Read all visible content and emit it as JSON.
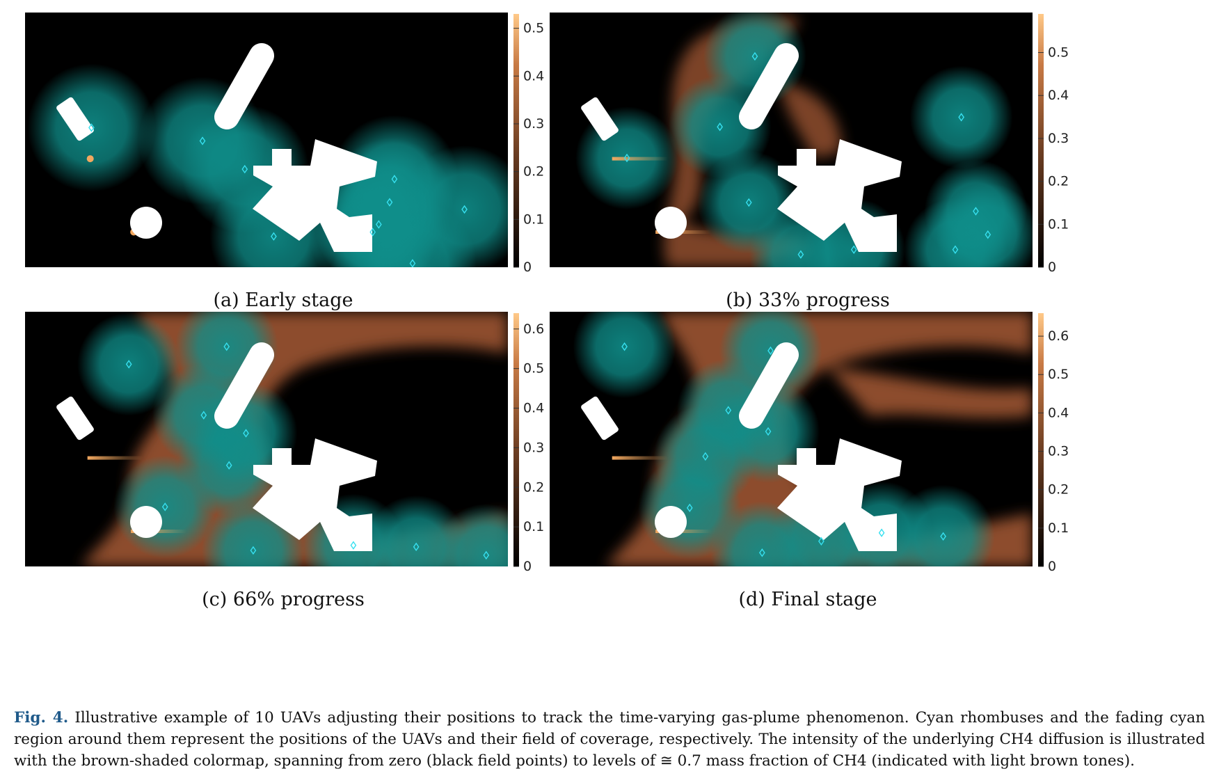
{
  "panels": [
    {
      "id": "a",
      "caption": "(a) Early stage",
      "colorbar": {
        "ticks": [
          "0",
          "0.1",
          "0.2",
          "0.3",
          "0.4",
          "0.5"
        ],
        "max": 0.53
      },
      "uavs": [
        [
          20.6,
          12.1
        ],
        [
          18.2,
          38.5
        ],
        [
          5.5,
          54.8
        ],
        [
          14.7,
          49.6
        ],
        [
          28.8,
          13.8
        ],
        [
          29.3,
          16.8
        ],
        [
          30.2,
          25.5
        ],
        [
          30.6,
          34.6
        ],
        [
          32.1,
          1.5
        ],
        [
          36.4,
          22.7
        ]
      ],
      "coverage": "full",
      "plume": "none",
      "sources": [
        [
          5.4,
          42.6
        ],
        [
          9.0,
          13.8
        ]
      ]
    },
    {
      "id": "b",
      "caption": "(b) 33% progress",
      "colorbar": {
        "ticks": [
          "0",
          "0.1",
          "0.2",
          "0.3",
          "0.4",
          "0.5"
        ],
        "max": 0.59
      },
      "uavs": [
        [
          17.0,
          82.8
        ],
        [
          16.5,
          25.4
        ],
        [
          14.1,
          55.1
        ],
        [
          6.4,
          42.9
        ],
        [
          20.8,
          5.0
        ],
        [
          25.2,
          6.9
        ],
        [
          33.6,
          6.9
        ],
        [
          36.3,
          12.8
        ],
        [
          35.3,
          22.0
        ],
        [
          34.1,
          58.9
        ]
      ],
      "coverage": "partial",
      "plume": "early",
      "sources": [
        [
          5.4,
          42.6
        ],
        [
          9.0,
          13.8
        ]
      ]
    },
    {
      "id": "c",
      "caption": "(c) 66% progress",
      "colorbar": {
        "ticks": [
          "0",
          "0.1",
          "0.2",
          "0.3",
          "0.4",
          "0.5",
          "0.6"
        ],
        "max": 0.64
      },
      "uavs": [
        [
          18.3,
          52.3
        ],
        [
          16.7,
          86.3
        ],
        [
          16.9,
          39.7
        ],
        [
          14.8,
          59.4
        ],
        [
          8.6,
          79.4
        ],
        [
          11.6,
          23.4
        ],
        [
          18.9,
          6.3
        ],
        [
          27.2,
          8.3
        ],
        [
          32.4,
          7.7
        ],
        [
          38.2,
          4.4
        ]
      ],
      "coverage": "corridor",
      "plume": "mid",
      "sources": [
        [
          5.4,
          42.6
        ],
        [
          9.0,
          13.8
        ]
      ]
    },
    {
      "id": "d",
      "caption": "(d) Final stage",
      "colorbar": {
        "ticks": [
          "0",
          "0.1",
          "0.2",
          "0.3",
          "0.4",
          "0.5",
          "0.6"
        ],
        "max": 0.66
      },
      "uavs": [
        [
          18.3,
          84.7
        ],
        [
          18.1,
          53.0
        ],
        [
          14.8,
          61.3
        ],
        [
          6.2,
          86.3
        ],
        [
          12.9,
          43.2
        ],
        [
          11.6,
          23.0
        ],
        [
          17.6,
          5.4
        ],
        [
          22.5,
          9.9
        ],
        [
          27.5,
          13.2
        ],
        [
          32.6,
          11.8
        ]
      ],
      "coverage": "corridor",
      "plume": "late",
      "sources": [
        [
          5.4,
          42.6
        ],
        [
          9.0,
          13.8
        ]
      ]
    }
  ],
  "figure_caption": {
    "label": "Fig. 4.",
    "text": "Illustrative example of 10 UAVs adjusting their positions to track the time-varying gas-plume phenomenon. Cyan rhombuses and the fading cyan region around them represent the positions of the UAVs and their field of coverage, respectively. The intensity of the underlying CH4 diffusion is illustrated with the brown-shaded colormap, spanning from zero (black field points) to levels of ≅ 0.7 mass fraction of CH4 (indicated with light brown tones)."
  },
  "colors": {
    "field_background": "#000000",
    "coverage": "#0f8e8a",
    "uav_marker": "#37e0f0",
    "plume": "#a65a34",
    "plume_light": "#f2a860",
    "obstacle": "#ffffff",
    "caption_label": "#1f5a8a"
  }
}
